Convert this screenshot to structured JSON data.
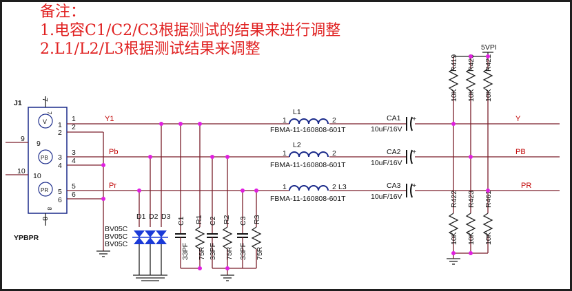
{
  "notes": {
    "title": "备注：",
    "line1": "1.电容C1/C2/C3根据测试的结果来进行调整",
    "line2": "2.L1/L2/L3根据测试结果来调整"
  },
  "connector": {
    "ref": "J1",
    "name": "YPBPR",
    "pins": [
      "1",
      "2",
      "3",
      "4",
      "5",
      "6",
      "7",
      "8",
      "9",
      "10"
    ],
    "jacks": [
      "V",
      "PB",
      "PR"
    ]
  },
  "nets": {
    "y_in": "Y1",
    "pb_in": "Pb",
    "pr_in": "Pr",
    "y_out": "Y",
    "pb_out": "PB",
    "pr_out": "PR",
    "supply": "5VPI"
  },
  "inductors": [
    {
      "ref": "L1",
      "part": "FBMA-11-160808-601T",
      "pin1": "1",
      "pin2": "2"
    },
    {
      "ref": "L2",
      "part": "FBMA-11-160808-601T",
      "pin1": "1",
      "pin2": "2"
    },
    {
      "ref": "L3",
      "part": "FBMA-11-160808-601T",
      "pin1": "1",
      "pin2": "2"
    }
  ],
  "caps_series": [
    {
      "ref": "CA1",
      "value": "10uF/16V",
      "polarity": "+"
    },
    {
      "ref": "CA2",
      "value": "10uF/16V",
      "polarity": "+"
    },
    {
      "ref": "CA3",
      "value": "10uF/16V",
      "polarity": "+"
    }
  ],
  "diodes": [
    {
      "ref": "D1",
      "part": "BV05C"
    },
    {
      "ref": "D2",
      "part": "BV05C"
    },
    {
      "ref": "D3",
      "part": "BV05C"
    }
  ],
  "shunt_caps": [
    {
      "ref": "C1",
      "value": "33PF"
    },
    {
      "ref": "C2",
      "value": "33PF"
    },
    {
      "ref": "C3",
      "value": "33PF"
    }
  ],
  "term_res": [
    {
      "ref": "R1",
      "value": "75R"
    },
    {
      "ref": "R2",
      "value": "75R"
    },
    {
      "ref": "R3",
      "value": "75R"
    }
  ],
  "pullups": [
    {
      "ref": "R419",
      "value": "10K"
    },
    {
      "ref": "R420",
      "value": "10K"
    },
    {
      "ref": "R421",
      "value": "10K"
    }
  ],
  "pulldowns": [
    {
      "ref": "R422",
      "value": "10K"
    },
    {
      "ref": "R423",
      "value": "10K"
    },
    {
      "ref": "R461",
      "value": "10K"
    }
  ],
  "colors": {
    "notes": "#e02020",
    "wire": "#7a1e2a",
    "net_label": "#c00000",
    "inductor": "#1a2a8a",
    "junction": "#e020e0",
    "diode": "#1a3ad8",
    "frame": "#1e1e1e"
  }
}
